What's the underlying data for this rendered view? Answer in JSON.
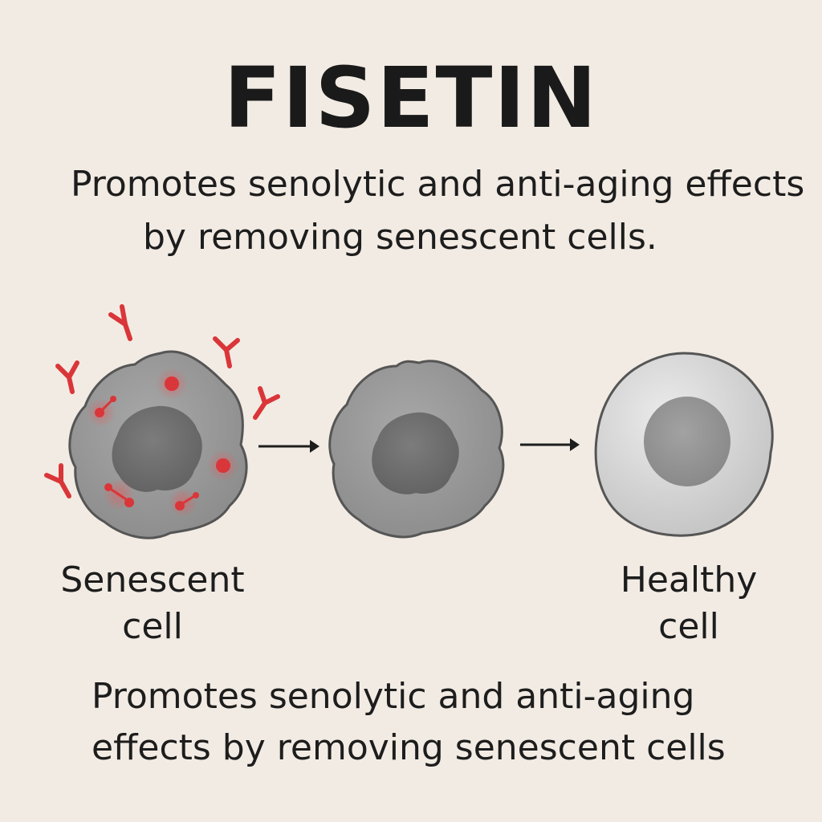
{
  "title": "FISETIN",
  "intro": {
    "line1": "Promotes senolytic and anti-aging effects",
    "line2": "by removing senescent cells."
  },
  "labels": {
    "senescent_line1": "Senescent",
    "senescent_line2": "cell",
    "healthy_line1": "Healthy",
    "healthy_line2": "cell"
  },
  "outro": {
    "line1": "Promotes senolytic and anti-aging",
    "line2": "effects by removing senescent cells"
  },
  "colors": {
    "background": "#f2ebe3",
    "cell_gray": "#9b9b9b",
    "nucleus_gray": "#6f6f6f",
    "healthy_cell": "#d6d6d6",
    "marker_red": "#d9363a"
  }
}
